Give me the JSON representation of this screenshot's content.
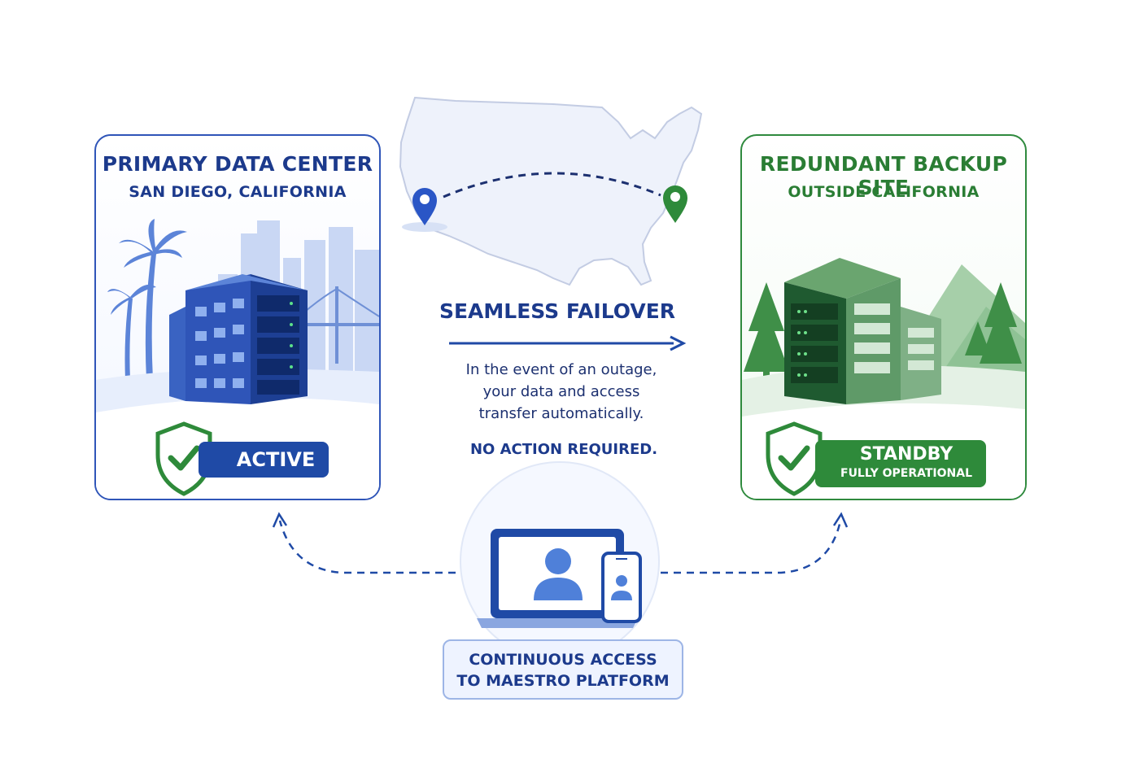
{
  "primary": {
    "title": "PRIMARY DATA CENTER",
    "location": "SAN DIEGO, CALIFORNIA",
    "status": "ACTIVE",
    "color": "#1f4aa6"
  },
  "backup": {
    "title": "REDUNDANT BACKUP SITE",
    "location": "OUTSIDE CALIFORNIA",
    "status": "STANDBY",
    "status_detail": "FULLY OPERATIONAL",
    "color": "#2e8a3a"
  },
  "failover": {
    "title": "SEAMLESS FAILOVER",
    "description_lines": [
      "In the event of an outage,",
      "your data and access",
      "transfer automatically."
    ],
    "note": "NO ACTION REQUIRED."
  },
  "access": {
    "line1": "CONTINUOUS ACCESS",
    "line2": "TO MAESTRO PLATFORM"
  },
  "icons": [
    "us-map-icon",
    "location-pin-icon",
    "shield-check-icon",
    "server-building-icon",
    "palm-tree-icon",
    "bridge-icon",
    "pine-tree-icon",
    "mountain-icon",
    "laptop-icon",
    "phone-icon",
    "user-icon"
  ]
}
